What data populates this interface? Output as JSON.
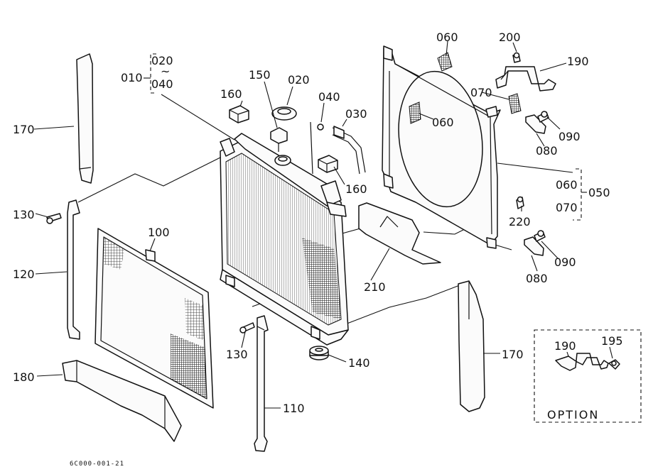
{
  "diagram": {
    "drawing_code": "6C000-001-21",
    "option_label": "OPTION",
    "labels": {
      "p010": "010",
      "p020a": "020",
      "p020tilde": "~",
      "p040a": "040",
      "p020b": "020",
      "p150": "150",
      "p160a": "160",
      "p040b": "040",
      "p030": "030",
      "p160b": "160",
      "p060a": "060",
      "p200": "200",
      "p190a": "190",
      "p070a": "070",
      "p060b": "060",
      "p090a": "090",
      "p080a": "080",
      "p060c": "060",
      "p050": "050",
      "p070b": "070",
      "p220": "220",
      "p090b": "090",
      "p080b": "080",
      "p210": "210",
      "p170a": "170",
      "p130a": "130",
      "p120": "120",
      "p100": "100",
      "p180": "180",
      "p130b": "130",
      "p140": "140",
      "p110": "110",
      "p170b": "170",
      "p190b": "190",
      "p195": "195"
    }
  }
}
